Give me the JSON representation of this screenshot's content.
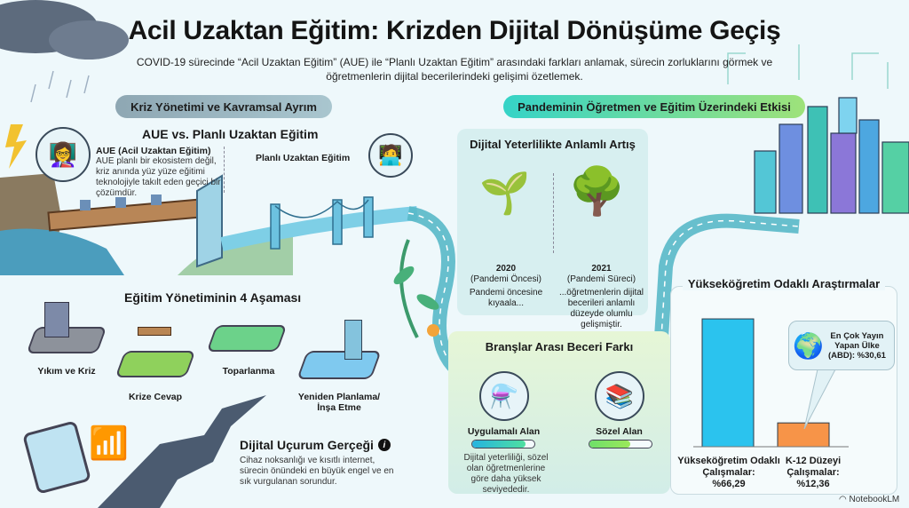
{
  "header": {
    "title": "Acil Uzaktan Eğitim: Krizden Dijital Dönüşüme Geçiş",
    "subtitle": "COVID-19 sürecinde “Acil Uzaktan Eğitim” (AUE) ile “Planlı Uzaktan Eğitim” arasındaki farkları anlamak, sürecin zorluklarını görmek ve öğretmenlerin dijital becerilerindeki gelişimi özetlemek."
  },
  "left": {
    "section_label": "Kriz Yönetimi ve Kavramsal Ayrım",
    "compare_title": "AUE vs. Planlı Uzaktan Eğitim",
    "aue_title": "AUE (Acil Uzaktan Eğitim)",
    "aue_text": "AUE planlı bir ekosistem değil, kriz anında yüz yüze eğitimi teknolojiyle takılt eden geçici bir çözümdür.",
    "planned_label": "Planlı Uzaktan Eğitim",
    "stages_title": "Eğitim Yönetiminin 4 Aşaması",
    "stages": [
      "Yıkım ve Kriz",
      "Krize Cevap",
      "Toparlanma",
      "Yeniden Planlama/ İnşa Etme"
    ],
    "divide_title": "Dijital Uçurum Gerçeği",
    "divide_text": "Cihaz noksanlığı ve kısıtlı internet, sürecin önündeki en büyük engel ve en sık vurgulanan sorundur."
  },
  "right": {
    "section_label": "Pandeminin Öğretmen ve Eğitim Üzerindeki Etkisi",
    "competence": {
      "title": "Dijital Yeterlilikte Anlamlı Artış",
      "before_year": "2020",
      "before_sub": "(Pandemi Öncesi)",
      "before_text": "Pandemi öncesine kıyaala...",
      "after_year": "2021",
      "after_sub": "(Pandemi Süreci)",
      "after_text": "...öğretmenlerin dijital becerileri anlamlı düzeyde olumlu gelişmiştir."
    },
    "branches": {
      "title": "Branşlar Arası Beceri Farkı",
      "applied_label": "Uygulamalı Alan",
      "applied_level": 0.85,
      "verbal_label": "Sözel Alan",
      "verbal_level": 0.65,
      "note": "Dijital yeterliliği, sözel olan öğretmenlerine göre daha yüksek seviyededir."
    }
  },
  "chart_data": {
    "type": "bar",
    "title": "Yükseköğretim Odaklı Araştırmalar",
    "categories": [
      "Yükseköğretim Odaklı Çalışmalar:",
      "K-12 Düzeyi Çalışmalar:"
    ],
    "values": [
      66.29,
      12.36
    ],
    "value_labels": [
      "%66,29",
      "%12,36"
    ],
    "colors": [
      "#2bc3ee",
      "#f79448"
    ],
    "ylim": [
      0,
      70
    ],
    "callout": "En Çok Yayın Yapan Ülke (ABD): %30,61"
  },
  "footer": {
    "brand": "NotebookLM"
  }
}
